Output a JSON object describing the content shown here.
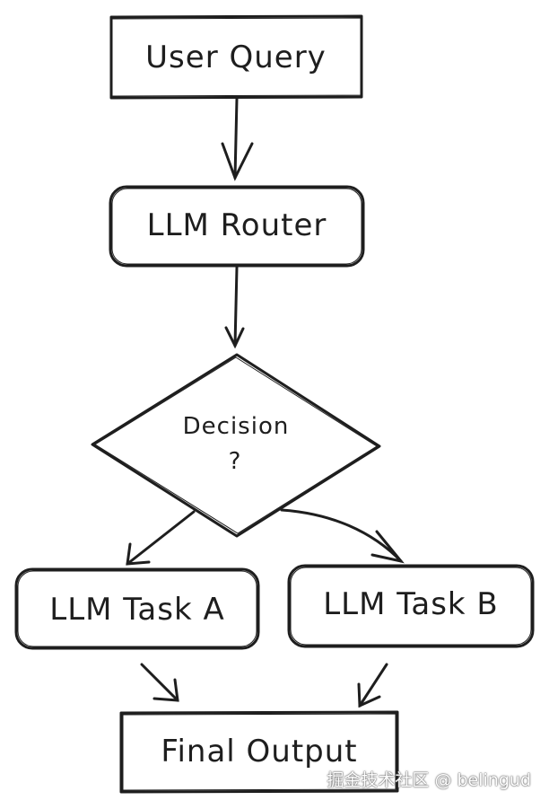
{
  "nodes": {
    "user_query": "User Query",
    "llm_router": "LLM Router",
    "decision_line1": "Decision",
    "decision_line2": "?",
    "task_a": "LLM Task A",
    "task_b": "LLM Task B",
    "final_output": "Final Output"
  },
  "watermark": "掘金技术社区 @ belingud",
  "colors": {
    "stroke": "#1e1e1e",
    "background": "#ffffff"
  }
}
